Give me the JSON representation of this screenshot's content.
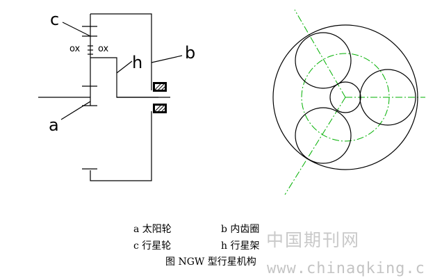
{
  "mechanism": {
    "labels": {
      "c": "c",
      "h": "h",
      "b": "b",
      "a": "a"
    },
    "bearing_marks": [
      "ox",
      "ox"
    ]
  },
  "legend": {
    "a": "a 太阳轮",
    "b": "b 内齿圈",
    "c": "c 行星轮",
    "h": "h 行星架"
  },
  "caption": "图 NGW 型行星机构",
  "watermark": {
    "chinese": "中国期刊网",
    "url": "www.chinaqking.com"
  },
  "colors": {
    "line": "#000000",
    "centerline": "#00b000",
    "watermark": "#c9c9c9"
  }
}
